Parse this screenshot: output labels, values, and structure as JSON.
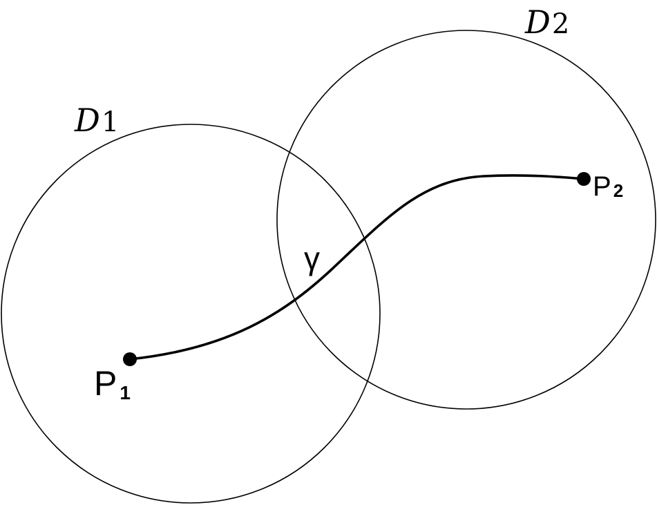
{
  "disks": [
    {
      "id": "D1",
      "letter": "D",
      "subscript": "1"
    },
    {
      "id": "D2",
      "letter": "D",
      "subscript": "2"
    }
  ],
  "points": [
    {
      "id": "P1",
      "letter": "P",
      "subscript": "1"
    },
    {
      "id": "P2",
      "letter": "P",
      "subscript": "2"
    }
  ],
  "curve": {
    "label": "γ"
  },
  "colors": {
    "stroke": "#000000",
    "background": "#ffffff"
  }
}
